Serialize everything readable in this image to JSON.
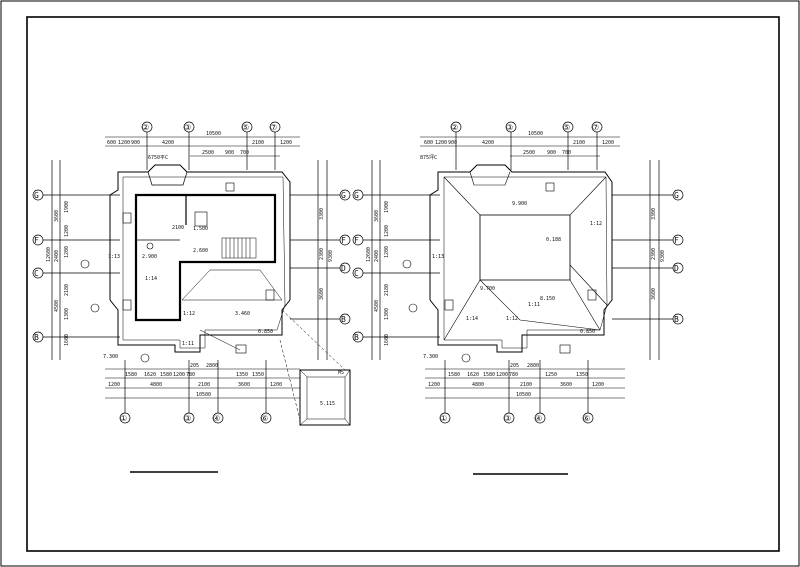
{
  "drawing": {
    "left_plan": {
      "top_axes": [
        "②",
        "③",
        "⑤",
        "⑦"
      ],
      "bottom_axes": [
        "①",
        "③",
        "④",
        "⑥"
      ],
      "left_axes": [
        "G",
        "F",
        "C",
        "B"
      ],
      "right_axes": [
        "G",
        "F",
        "D",
        "B"
      ],
      "top_total": "10500",
      "top_dims": [
        "600",
        "1200",
        "900",
        "4200",
        "2100",
        "1200"
      ],
      "top_sub_dims": [
        "2500",
        "900",
        "700"
      ],
      "bottom_total": "10500",
      "bottom_dims": [
        "1200",
        "4800",
        "2100",
        "3600",
        "1200"
      ],
      "bottom_sub_dims": [
        "1580",
        "1620",
        "1580",
        "1200",
        "780",
        "1350",
        "1350"
      ],
      "bottom_sub_dims2": [
        "205",
        "2800"
      ],
      "left_total": "12600",
      "left_dims": [
        "3600",
        "2400",
        "4500"
      ],
      "left_sub": [
        "1900",
        "1200",
        "1200",
        "2180",
        "1300",
        "1600"
      ],
      "right_total": "9300",
      "right_dims": [
        "3300",
        "2300",
        "3600"
      ],
      "labels": {
        "stair_tag": "6750平C",
        "elev_a": "2.600",
        "elev_b": "1.500",
        "elev_c": "7.300",
        "elev_d": "0.850",
        "lvl_1": "1:13",
        "lvl_2": "1:12",
        "lvl_3": "1:11",
        "lvl_4": "1:14",
        "note_a": "3.460",
        "note_b": "2.900",
        "note_c": "2100"
      }
    },
    "detail": {
      "label": "5.115",
      "tag": "M5"
    },
    "right_plan": {
      "top_axes": [
        "②",
        "③",
        "⑤",
        "⑦"
      ],
      "bottom_axes": [
        "①",
        "③",
        "④",
        "⑥"
      ],
      "left_axes": [
        "G",
        "F",
        "C",
        "B"
      ],
      "right_axes": [
        "G",
        "F",
        "D",
        "B"
      ],
      "top_total": "10500",
      "top_dims": [
        "600",
        "1200",
        "900",
        "4200",
        "2100",
        "1200"
      ],
      "top_sub_dims": [
        "2500",
        "900",
        "700"
      ],
      "bottom_total": "10500",
      "bottom_dims": [
        "1200",
        "4800",
        "2100",
        "3600",
        "1200"
      ],
      "bottom_sub_dims": [
        "1580",
        "1620",
        "1580",
        "1200",
        "780",
        "1250",
        "1350"
      ],
      "bottom_sub_dims2": [
        "205",
        "2800"
      ],
      "left_total": "12600",
      "left_dims": [
        "3600",
        "2400",
        "4500"
      ],
      "left_sub": [
        "1900",
        "1200",
        "1200",
        "2180",
        "1300",
        "1600"
      ],
      "right_total": "9300",
      "right_dims": [
        "3300",
        "2300",
        "3600"
      ],
      "labels": {
        "stair_tag": "875坪C",
        "elev_a": "9.900",
        "elev_b": "8.150",
        "elev_c": "7.300",
        "elev_d": "0.850",
        "lvl_1": "1:13",
        "lvl_2": "1:12",
        "lvl_3": "1:11",
        "lvl_4": "1:14",
        "note_a": "0.188",
        "note_b": "9.700",
        "note_c": "1:12"
      }
    }
  }
}
